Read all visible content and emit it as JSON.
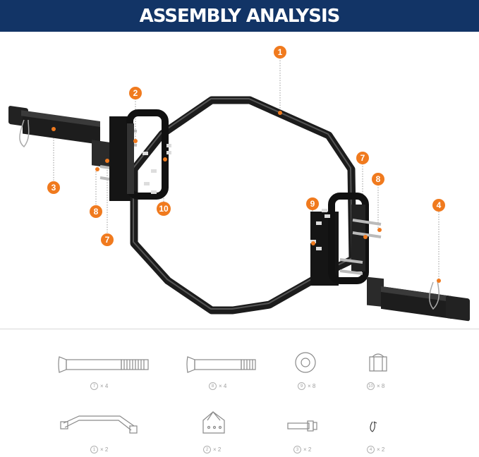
{
  "header": {
    "title": "ASSEMBLY ANALYSIS"
  },
  "colors": {
    "header_bg": "#123466",
    "callout": "#F07A1E",
    "bar": "#1c1c1c"
  },
  "callouts": [
    "1",
    "2",
    "3",
    "4",
    "7",
    "8",
    "8",
    "7",
    "9",
    "10"
  ],
  "parts": [
    {
      "num": "7",
      "qty": "× 4",
      "icon": "long-bolt-icon"
    },
    {
      "num": "8",
      "qty": "× 4",
      "icon": "short-bolt-icon"
    },
    {
      "num": "9",
      "qty": "× 8",
      "icon": "washer-icon"
    },
    {
      "num": "10",
      "qty": "× 8",
      "icon": "nut-icon"
    },
    {
      "num": "1",
      "qty": "× 2",
      "icon": "frame-half-icon"
    },
    {
      "num": "2",
      "qty": "× 2",
      "icon": "handle-icon"
    },
    {
      "num": "3",
      "qty": "× 2",
      "icon": "sleeve-icon"
    },
    {
      "num": "4",
      "qty": "× 2",
      "icon": "clip-icon"
    }
  ]
}
